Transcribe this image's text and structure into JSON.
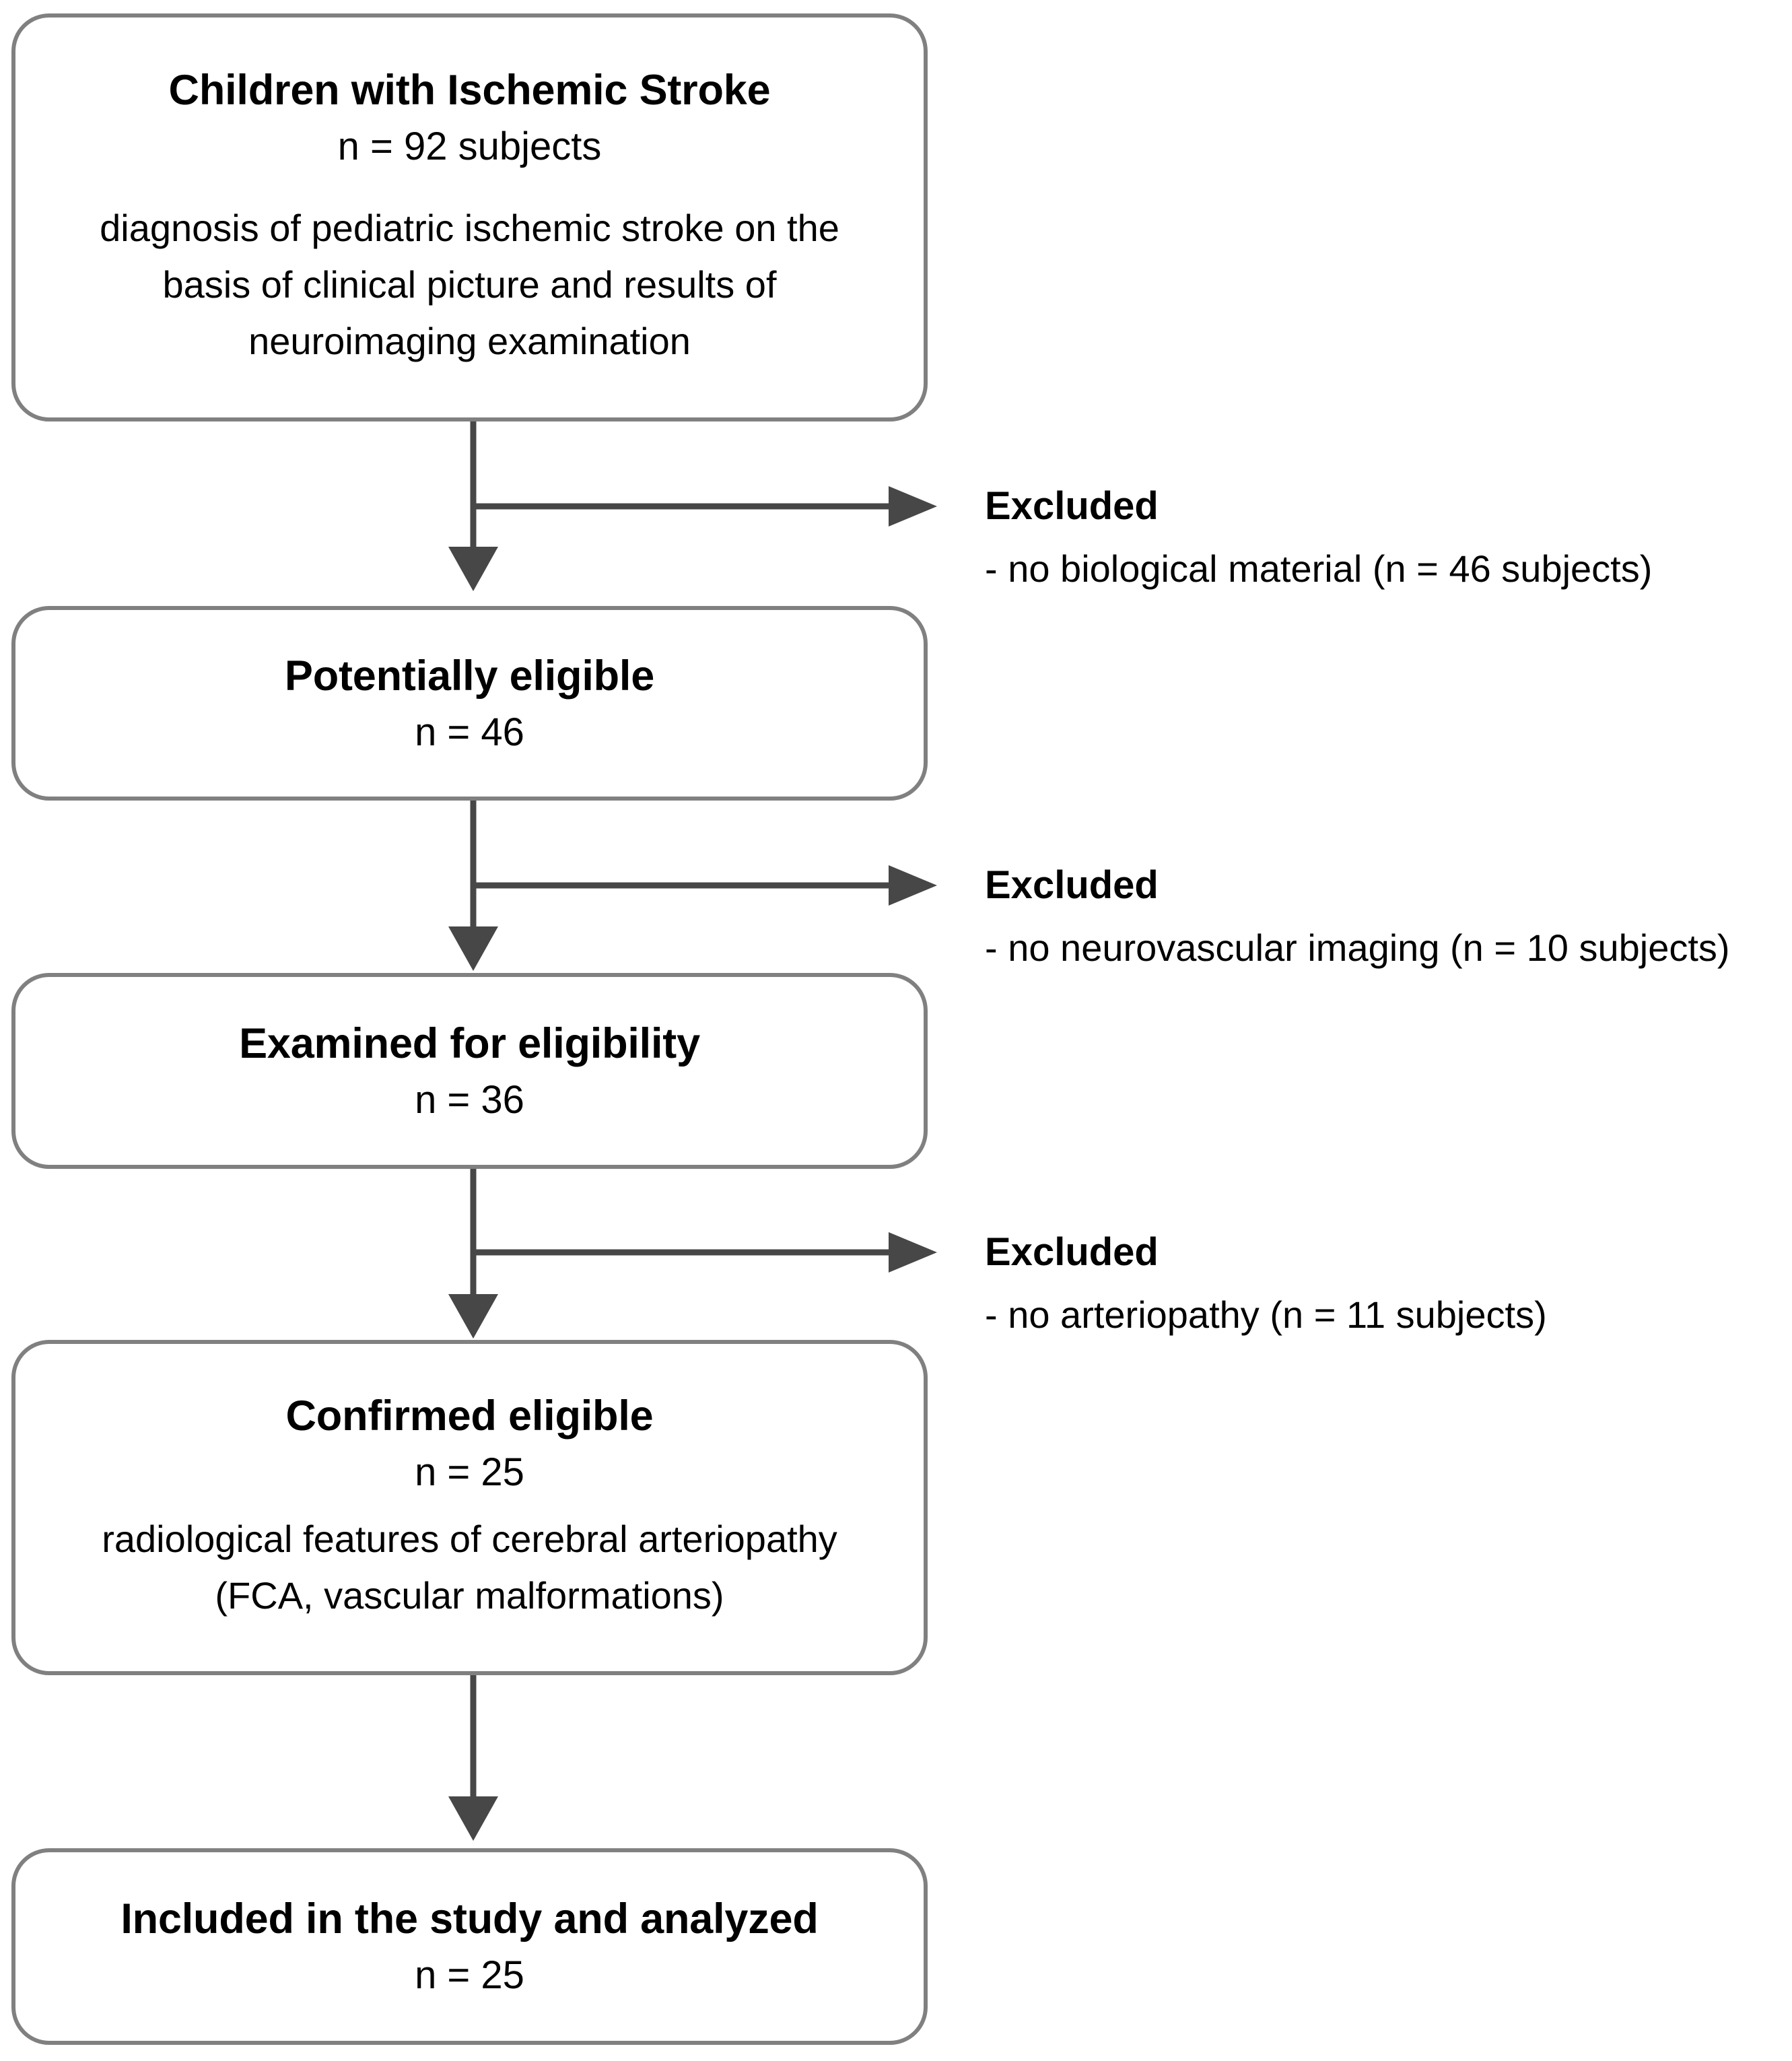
{
  "diagram": {
    "type": "study-flow-chart",
    "stroke_color": "#808080",
    "connector_color": "#474747",
    "text_color": "#000000",
    "background_color": "#ffffff"
  },
  "boxes": [
    {
      "id": "children-with-ischemic-stroke",
      "title": "Children with Ischemic Stroke",
      "count": "n = 92 subjects",
      "desc_lines": [
        "diagnosis of pediatric ischemic stroke on the",
        "basis of clinical picture and results of",
        "neuroimaging examination"
      ]
    },
    {
      "id": "potentially-eligible",
      "title": "Potentially eligible",
      "count": "n = 46",
      "desc_lines": []
    },
    {
      "id": "examined-for-eligibility",
      "title": "Examined for eligibility",
      "count": "n = 36",
      "desc_lines": []
    },
    {
      "id": "confirmed-eligible",
      "title": "Confirmed eligible",
      "count": "n = 25",
      "desc_lines": [
        "radiological features of cerebral arteriopathy",
        "(FCA, vascular malformations)"
      ]
    },
    {
      "id": "included-in-the-study-and-analyzed",
      "title": "Included in the study and analyzed",
      "count": "n = 25",
      "desc_lines": []
    }
  ],
  "exclusions": [
    {
      "id": "exclusion-no-biological-material",
      "heading": "Excluded",
      "reason": "- no biological material  (n = 46 subjects)",
      "n": 46
    },
    {
      "id": "exclusion-no-neurovascular-imaging",
      "heading": "Excluded",
      "reason": "- no neurovascular imaging (n = 10 subjects)",
      "n": 10
    },
    {
      "id": "exclusion-no-arteriopathy",
      "heading": "Excluded",
      "reason": "- no arteriopathy (n = 11 subjects)",
      "n": 11
    }
  ],
  "flow": {
    "counts": [
      92,
      46,
      36,
      25,
      25
    ],
    "excluded_counts": [
      46,
      10,
      11
    ]
  }
}
